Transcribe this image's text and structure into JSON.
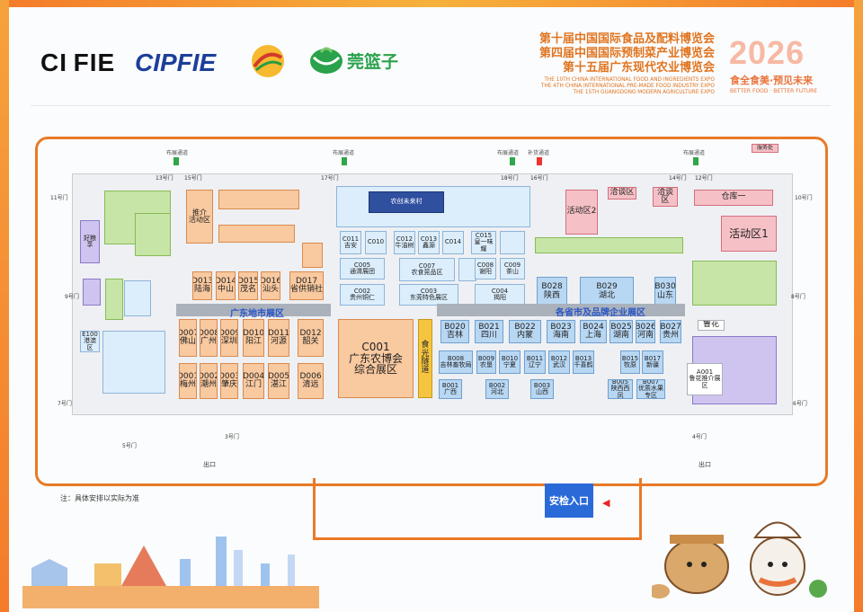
{
  "header": {
    "logo1_text": "CI FIE",
    "logo2_text": "CIPFIE",
    "logo4_text": "莞篮子",
    "title_cn": [
      "第十届中国国际食品及配料博览会",
      "第四届中国国际预制菜产业博览会",
      "第十五届广东现代农业博览会"
    ],
    "title_en": [
      "THE 10TH CHINA INTERNATIONAL FOOD AND INGREDIENTS EXPO",
      "THE 4TH CHINA INTERNATIONAL PRE-MADE FOOD INDUSTRY EXPO",
      "THE 15TH GUANGDONG MODERN AGRICULTURE EXPO"
    ],
    "year": "2026",
    "slogan": "食全食美·预见未来",
    "slogan_en": "BETTER FOOD · BETTER FUTURE"
  },
  "map": {
    "note": "注：具体安排以实际为准",
    "security_entry": "安检入口",
    "exit": "出口",
    "areas": {
      "gd_cities": "广东地市展区",
      "provinces": "各省市及品牌企业展区",
      "c001": "C001\n广东农博会\n综合展区",
      "food_road": "食光\n隧道",
      "warehouse": "仓库一",
      "activity1": "活动区1",
      "activity2": "活动区2",
      "negotiation1": "洽谈区",
      "negotiation2": "洽谈区",
      "agri_village": "农创未来村",
      "promo_area": "推介\n活动区",
      "good_food": "好粮享",
      "e100": "E100\n港澳区",
      "a001": "A001\n鲁花推介展区",
      "luhua": "鲁花"
    },
    "booths": {
      "d013": "D013\n陆海",
      "d014": "D014\n中山",
      "d015": "D015\n茂名",
      "d016": "D016\n汕头",
      "d017": "D017\n省供销社",
      "d007": "D007\n佛山",
      "d008": "D008\n广州",
      "d009": "D009\n深圳",
      "d010": "D010\n阳江",
      "d011": "D011\n河源",
      "d012": "D012\n韶关",
      "d001": "D001\n梅州",
      "d002": "D002\n潮州",
      "d003": "D003\n肇庆",
      "d004": "D004\n江门",
      "d005": "D005\n湛江",
      "d006": "D006\n清远",
      "c005": "C005\n通渭展团",
      "c002": "C002\n贵州铜仁",
      "c007": "C007\n农食莞品区",
      "c003": "C003\n东莞特色展区",
      "c004": "C004\n揭阳",
      "c011": "C011\n吉安",
      "c010": "C010",
      "c012": "C012\n牛油树",
      "c013": "C013\n鑫源",
      "c014": "C014",
      "c015": "C015\n皇一味耀",
      "c008": "C008\n谢阳",
      "c009": "C009\n茶山",
      "b028": "B028\n陕西",
      "b029": "B029\n湖北",
      "b030": "B030\n山东",
      "b020": "B020\n吉林",
      "b021": "B021\n四川",
      "b022": "B022\n内蒙",
      "b023": "B023\n海南",
      "b024": "B024\n上海",
      "b025": "B025\n湖南",
      "b026": "B026\n河南",
      "b027": "B027\n贵州",
      "b008": "B008\n吉林畜牧局",
      "b009": "B009\n农垦",
      "b010": "B010\n宁夏",
      "b011": "B011\n辽宁",
      "b012": "B012\n武汉",
      "b013": "B013\n千喜鹤",
      "b015": "B015\n牧原",
      "b017": "B017\n新疆",
      "b001": "B001\n广西",
      "b002": "B002\n河北",
      "b003": "B003\n山西",
      "b005": "B005\n陕西西凤",
      "b007": "B007\n优质水果专区"
    },
    "gates": {
      "g13": "13号门",
      "g15": "15号门",
      "g17": "17号门",
      "g18": "18号门",
      "g16": "16号门",
      "g12": "12号门",
      "g14": "14号门",
      "g11": "11号门",
      "g10": "10号门",
      "g9": "9号门",
      "g8": "8号门",
      "g7": "7号门",
      "g6": "6号门",
      "g5": "5号门",
      "g3": "3号门",
      "g4": "4号门"
    },
    "roads": {
      "setup1": "布展通道",
      "setup2": "布展通道",
      "setup3": "布展通道",
      "setup4": "布展通道",
      "supply": "补货通道",
      "service": "服务处"
    }
  },
  "colors": {
    "accent": "#e97a27",
    "entry": "#2a6ad8",
    "booth_orange": "#f9c9a0",
    "booth_blue": "#b8d7f3"
  }
}
